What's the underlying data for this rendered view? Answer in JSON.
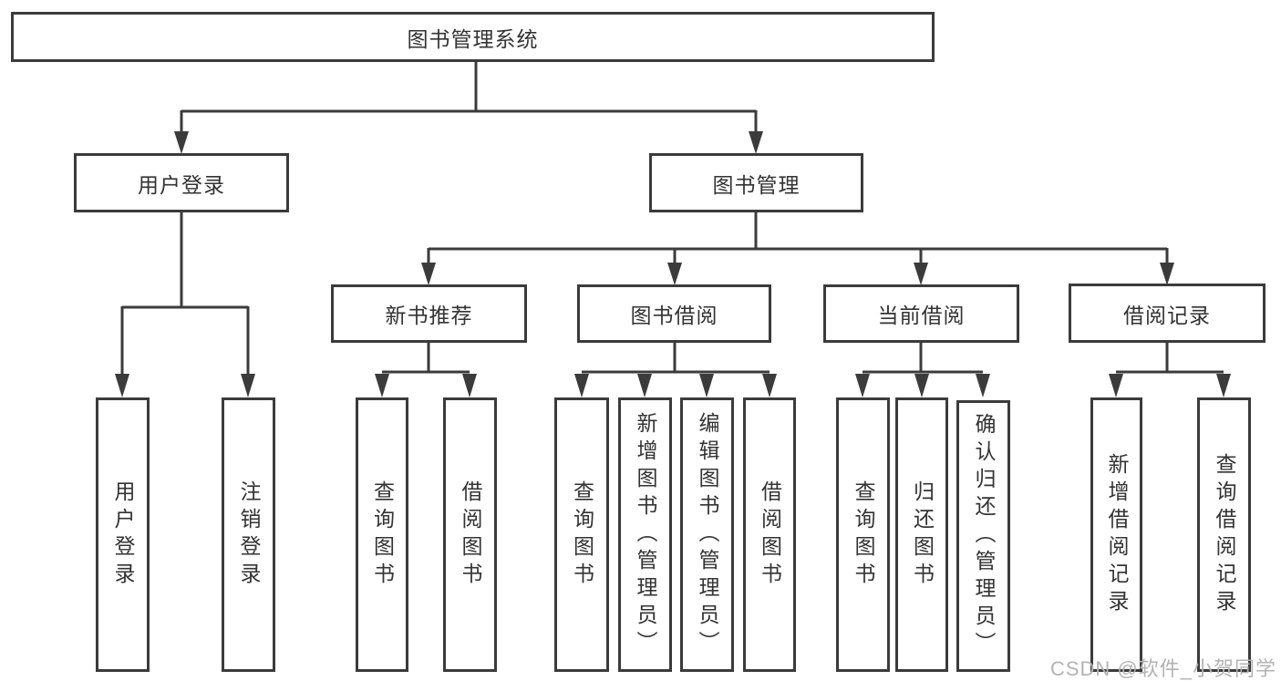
{
  "tree": {
    "root": "图书管理系统",
    "branches": [
      {
        "label": "用户登录",
        "leaves": [
          "用户登录",
          "注销登录"
        ]
      },
      {
        "label": "图书管理",
        "groups": [
          {
            "label": "新书推荐",
            "leaves": [
              "查询图书",
              "借阅图书"
            ]
          },
          {
            "label": "图书借阅",
            "leaves": [
              "查询图书",
              "新增图书（管理员）",
              "编辑图书（管理员）",
              "借阅图书"
            ]
          },
          {
            "label": "当前借阅",
            "leaves": [
              "查询图书",
              "归还图书",
              "确认归还（管理员）"
            ]
          },
          {
            "label": "借阅记录",
            "leaves": [
              "新增借阅记录",
              "查询借阅记录"
            ]
          }
        ]
      }
    ]
  },
  "watermark": "CSDN @软件_小贺同学",
  "colors": {
    "line": "#3b3b3b",
    "text": "#333333",
    "watermark": "#b3b3b3",
    "background": "#ffffff"
  }
}
